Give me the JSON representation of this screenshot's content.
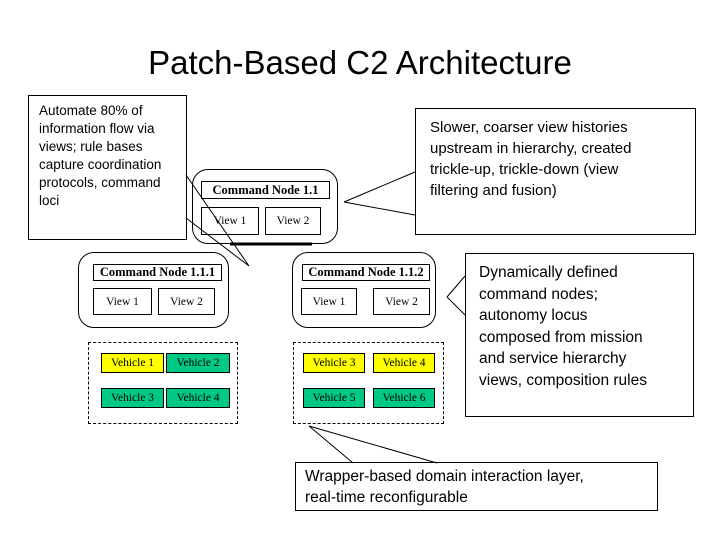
{
  "slide": {
    "title": "Patch-Based C2 Architecture"
  },
  "callouts": {
    "automate": "Automate 80% of\ninformation flow via\nviews; rule bases\ncapture coordination\nprotocols, command\nloci",
    "slower": "Slower, coarser view histories\nupstream in hierarchy, created\ntrickle-up, trickle-down (view\nfiltering and fusion)",
    "dynamic": "Dynamically defined\ncommand nodes;\nautonomy locus\ncomposed from mission\nand service hierarchy\nviews, composition rules",
    "wrapper": "Wrapper-based domain interaction layer,\nreal-time reconfigurable"
  },
  "nodes": {
    "n11": {
      "label": "Command Node 1.1",
      "views": [
        "View 1",
        "View 2"
      ]
    },
    "n111": {
      "label": "Command Node 1.1.1",
      "views": [
        "View 1",
        "View 2"
      ]
    },
    "n112": {
      "label": "Command Node 1.1.2",
      "views": [
        "View 1",
        "View 2"
      ]
    }
  },
  "vehicle_groups": {
    "left": {
      "vehicles": [
        {
          "label": "Vehicle 1",
          "color": "#FFFF00"
        },
        {
          "label": "Vehicle 2",
          "color": "#00C986"
        },
        {
          "label": "Vehicle 3",
          "color": "#00C986"
        },
        {
          "label": "Vehicle 4",
          "color": "#00C986"
        }
      ]
    },
    "right": {
      "vehicles": [
        {
          "label": "Vehicle 3",
          "color": "#FFFF00"
        },
        {
          "label": "Vehicle 4",
          "color": "#FFFF00"
        },
        {
          "label": "Vehicle 5",
          "color": "#00C986"
        },
        {
          "label": "Vehicle 6",
          "color": "#00C986"
        }
      ]
    }
  },
  "colors": {
    "background": "#FFFFFF",
    "line": "#000000",
    "vehicle_yellow": "#FFFF00",
    "vehicle_green": "#00C986"
  }
}
